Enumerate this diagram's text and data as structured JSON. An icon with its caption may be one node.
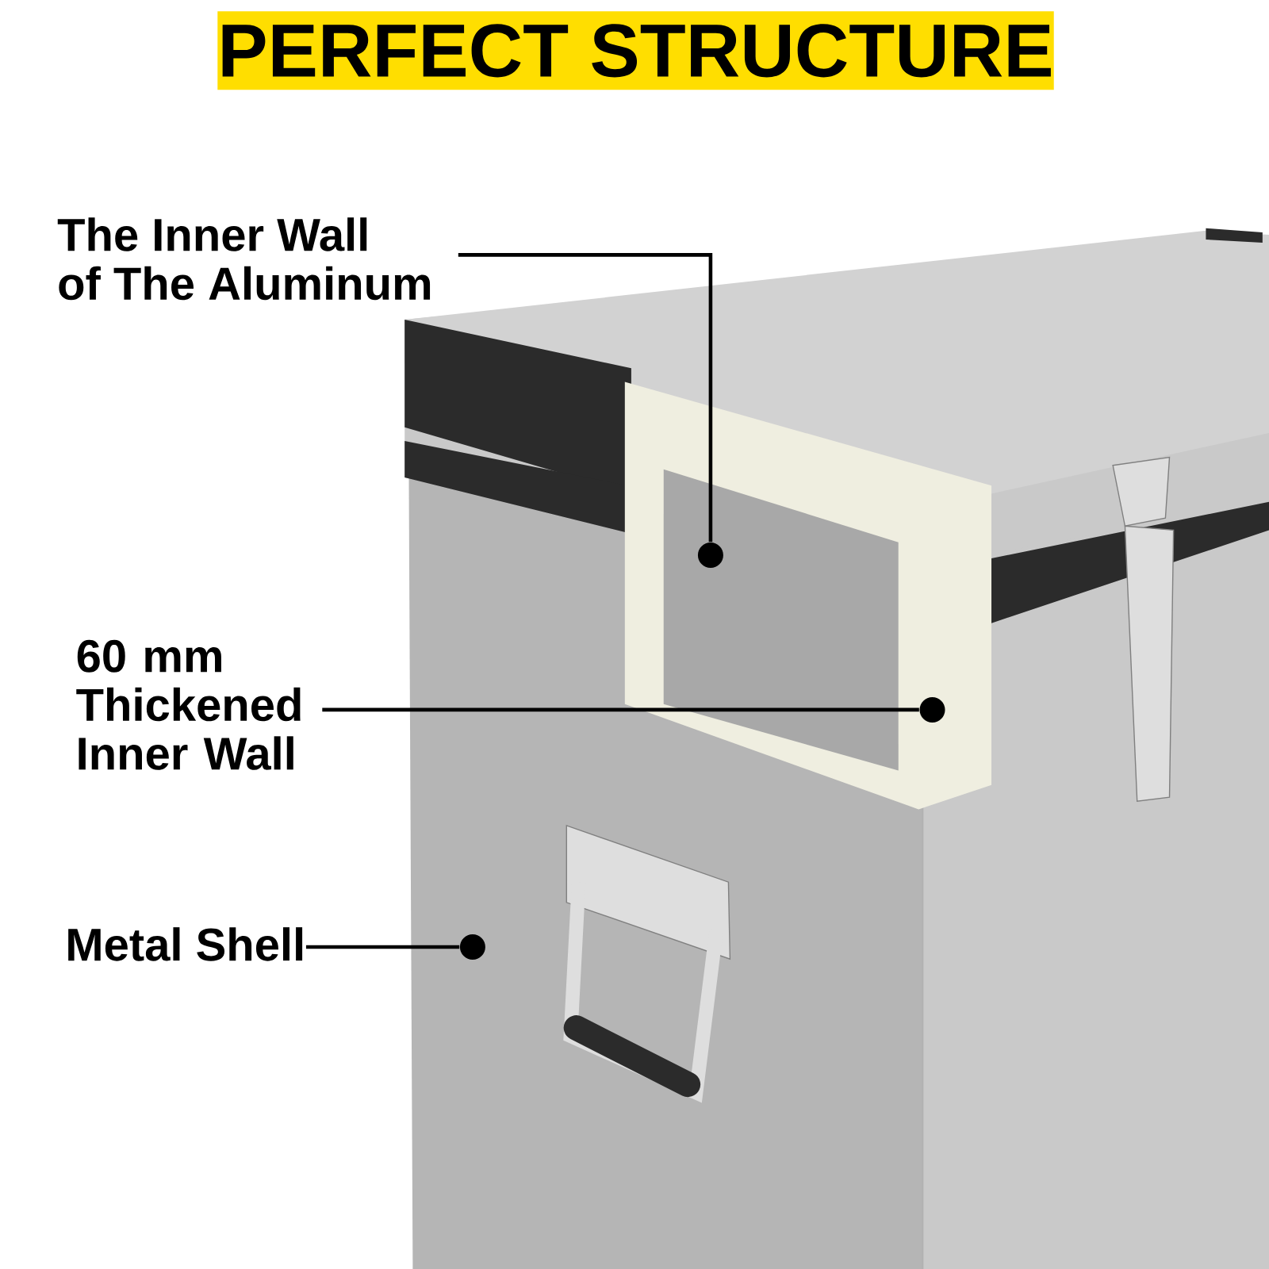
{
  "diagram": {
    "title": "PERFECT STRUCTURE",
    "nodes": [
      {
        "text": [
          "The Inner Wall of The Aluminum"
        ]
      },
      {
        "text": [],
        "shape": "circle"
      },
      {
        "text": [
          "60 mm Thickened Inner Wall"
        ]
      },
      {
        "text": [],
        "shape": "circle"
      },
      {
        "text": [
          "Metal Shell"
        ]
      },
      {
        "text": [],
        "shape": "circle"
      }
    ],
    "edges": [
      {
        "from": 0,
        "to": 1,
        "arrow": "none"
      },
      {
        "from": 2,
        "to": 3,
        "arrow": "none"
      },
      {
        "from": 4,
        "to": 5,
        "arrow": "none"
      }
    ]
  }
}
